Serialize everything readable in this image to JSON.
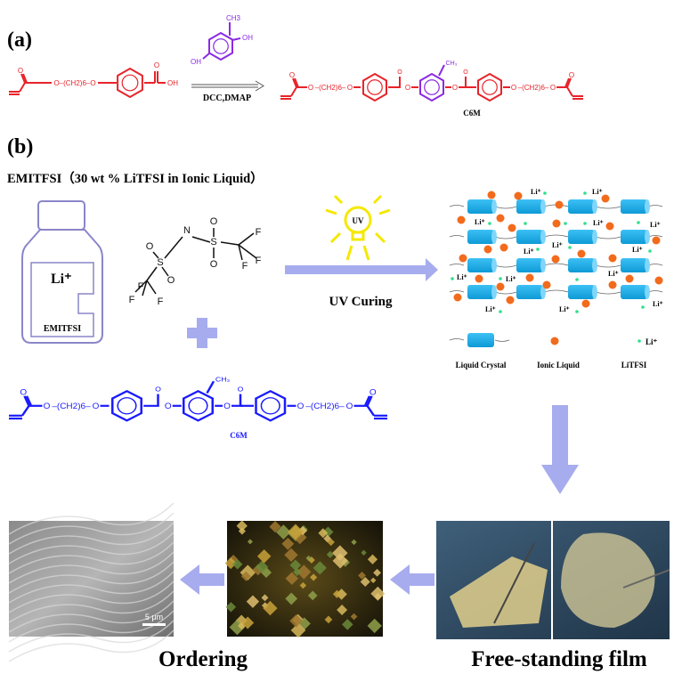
{
  "panel_a": {
    "label": "(a)",
    "reactant_left": {
      "chain": "O–(CH2)6–O",
      "acid": "OH",
      "carbonyl": "O"
    },
    "reagent": {
      "methyl": "CH3",
      "oh_top": "OH",
      "oh_left": "OH"
    },
    "conditions": "DCC,DMAP",
    "product_name": "C6M",
    "product_chain": "(CH2)6",
    "product_methyl": "CH3"
  },
  "panel_b": {
    "label": "(b)",
    "electrolyte_title": "EMITFSI（30 wt % LiTFSI in Ionic Liquid）",
    "bottle": {
      "ion": "Li⁺",
      "label": "EMITFSI"
    },
    "tfsi": {
      "atoms": [
        "F",
        "F",
        "F",
        "F",
        "F",
        "F",
        "S",
        "S",
        "N",
        "O",
        "O",
        "O",
        "O"
      ]
    },
    "uv_bulb": "UV",
    "uv_step": "UV Curing",
    "lc_network": {
      "ion_label": "Li⁺"
    },
    "legend": {
      "liquid_crystal": "Liquid Crystal",
      "ionic_liquid": "Ionic Liquid",
      "litfsi": "LiTFSI",
      "li": "Li⁺"
    },
    "monomer_name": "C6M",
    "monomer_chain": "(CH2)6",
    "monomer_methyl": "CH3",
    "scale_bar": "5 μm",
    "ordering_label": "Ordering",
    "film_label": "Free-standing film"
  },
  "colors": {
    "reactant": "#e8232a",
    "reagent": "#8a2be2",
    "monomer": "#1a1aff",
    "mesogen": "#14a7e8",
    "ionic_liquid": "#f26b1d",
    "litfsi": "#2fe08a",
    "arrow": "#a7acee"
  }
}
